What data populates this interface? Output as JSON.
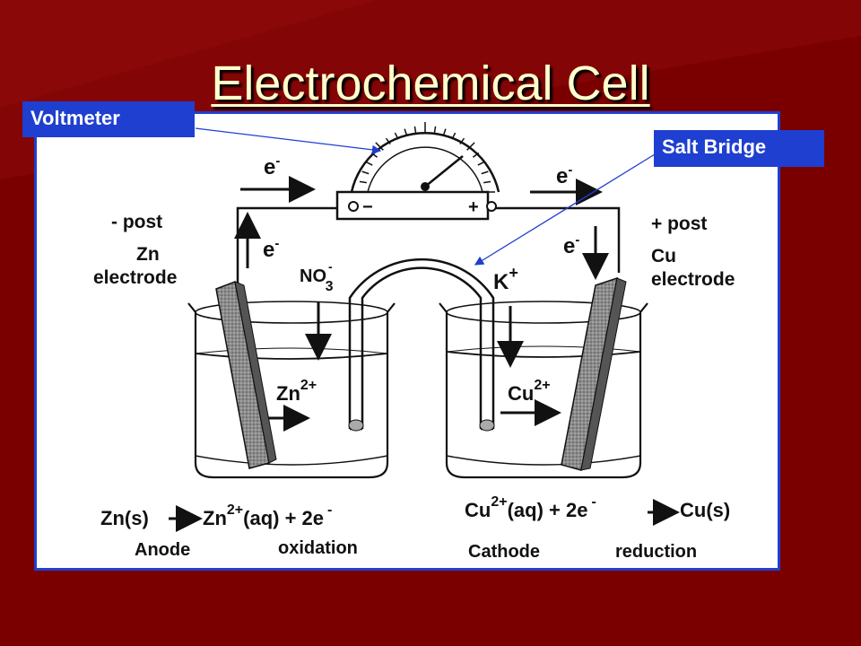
{
  "title": "Electrochemical Cell",
  "callouts": {
    "voltmeter": "Voltmeter",
    "salt_bridge": "Salt Bridge"
  },
  "diagram": {
    "electron": "e",
    "electron_charge": "-",
    "left_post": "- post",
    "right_post": "+ post",
    "minus_terminal": "−",
    "plus_terminal": "+",
    "zn_electrode": [
      "Zn",
      "electrode"
    ],
    "cu_electrode": [
      "Cu",
      "electrode"
    ],
    "nitrate": "NO",
    "nitrate_sub": "3",
    "nitrate_charge": "-",
    "potassium": "K",
    "potassium_charge": "+",
    "zn_ion": "Zn",
    "zn_ion_charge": "2+",
    "cu_ion": "Cu",
    "cu_ion_charge": "2+",
    "anode_reaction": {
      "left": "Zn(s)",
      "ion": "Zn",
      "charge": "2+",
      "right": "(aq) + 2e",
      "e_charge": "-"
    },
    "cathode_reaction": {
      "ion": "Cu",
      "charge": "2+",
      "middle": "(aq) + 2e",
      "e_charge": "-",
      "right": "Cu(s)"
    },
    "anode": "Anode",
    "oxidation": "oxidation",
    "cathode": "Cathode",
    "reduction": "reduction"
  },
  "colors": {
    "background": "#7a0000",
    "title": "#ffffcc",
    "callout": "#1f3fd0",
    "electrode": "#9a9a9a"
  }
}
